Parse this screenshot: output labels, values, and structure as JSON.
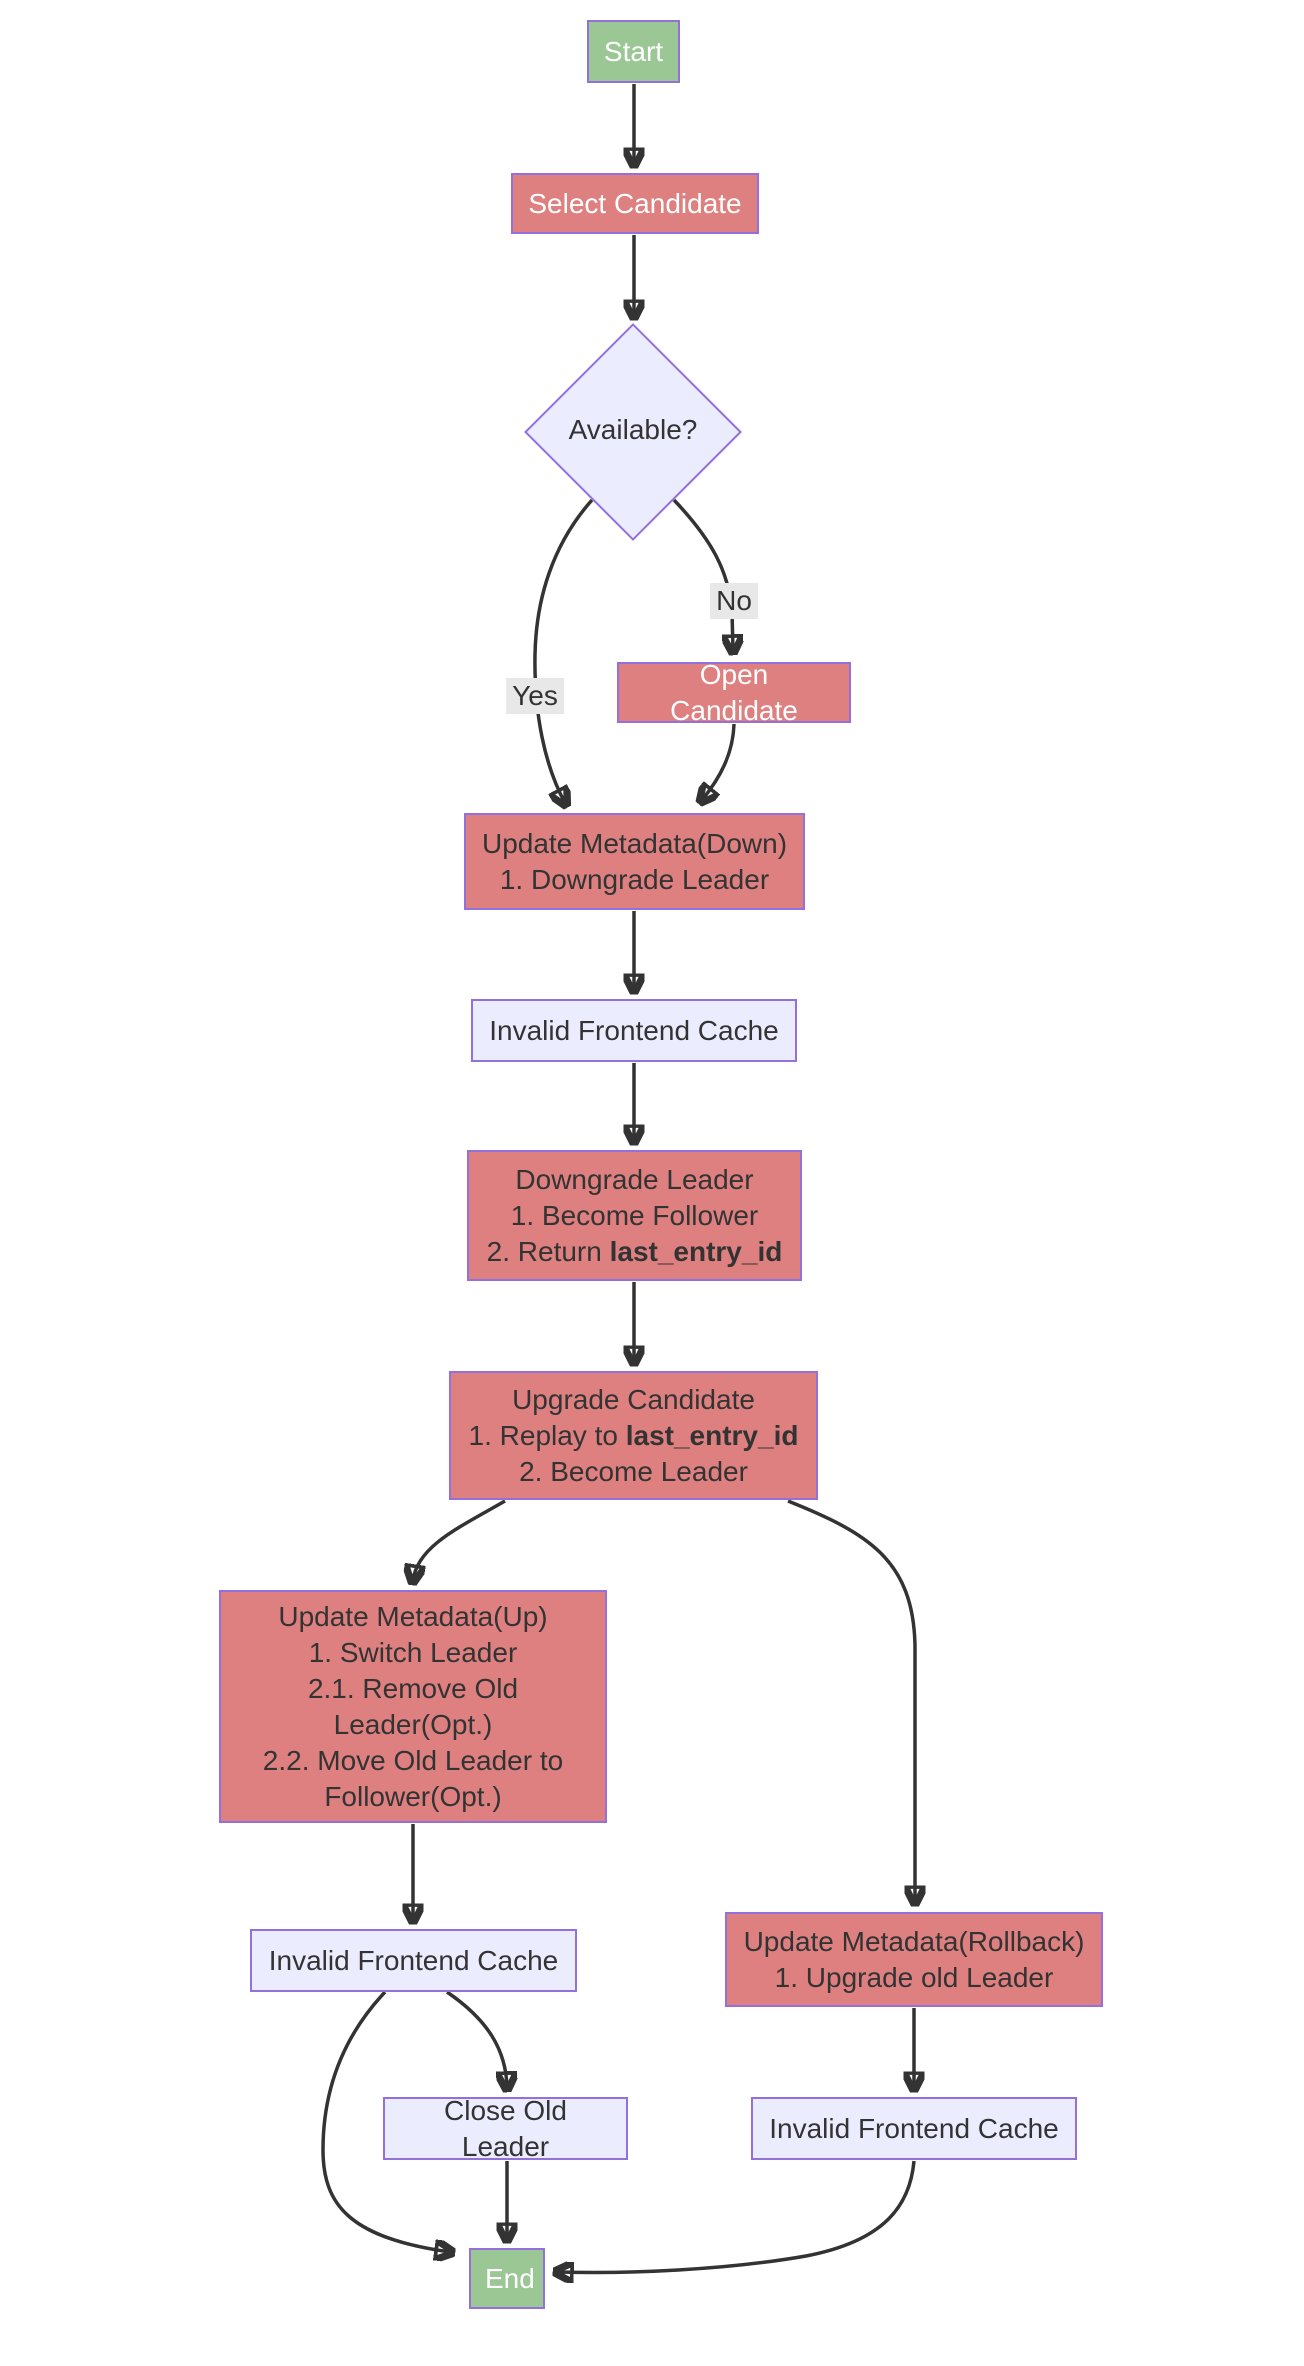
{
  "diagram": {
    "type": "flowchart",
    "colors": {
      "process_fill": "#de8080",
      "neutral_fill": "#ececff",
      "terminator_fill": "#9ac794",
      "border": "#9370db",
      "edge": "#333333",
      "text_dark": "#333333",
      "text_light": "#ffffff",
      "edge_label_bg": "#e8e8e8"
    },
    "nodes": {
      "start": {
        "label": "Start"
      },
      "select_candidate": {
        "label": "Select Candidate"
      },
      "available": {
        "label": "Available?"
      },
      "open_candidate": {
        "label": "Open Candidate"
      },
      "update_metadata_down": {
        "line1": "Update Metadata(Down)",
        "line2": "1. Downgrade Leader"
      },
      "invalid_frontend_cache_1": {
        "label": "Invalid Frontend Cache"
      },
      "downgrade_leader": {
        "line1": "Downgrade Leader",
        "line2": "1. Become Follower",
        "line3_prefix": "2. Return ",
        "line3_bold": "last_entry_id"
      },
      "upgrade_candidate": {
        "line1": "Upgrade Candidate",
        "line2_prefix": "1. Replay to ",
        "line2_bold": "last_entry_id",
        "line3": "2. Become Leader"
      },
      "update_metadata_up": {
        "line1": "Update Metadata(Up)",
        "line2": "1. Switch Leader",
        "line3": "2.1. Remove Old Leader(Opt.)",
        "line4": "2.2. Move Old Leader to Follower(Opt.)"
      },
      "update_metadata_rollback": {
        "line1": "Update Metadata(Rollback)",
        "line2": "1. Upgrade old Leader"
      },
      "invalid_frontend_cache_2": {
        "label": "Invalid Frontend Cache"
      },
      "close_old_leader": {
        "label": "Close Old Leader"
      },
      "invalid_frontend_cache_3": {
        "label": "Invalid Frontend Cache"
      },
      "end": {
        "label": "End"
      }
    },
    "edge_labels": {
      "yes": "Yes",
      "no": "No"
    }
  }
}
